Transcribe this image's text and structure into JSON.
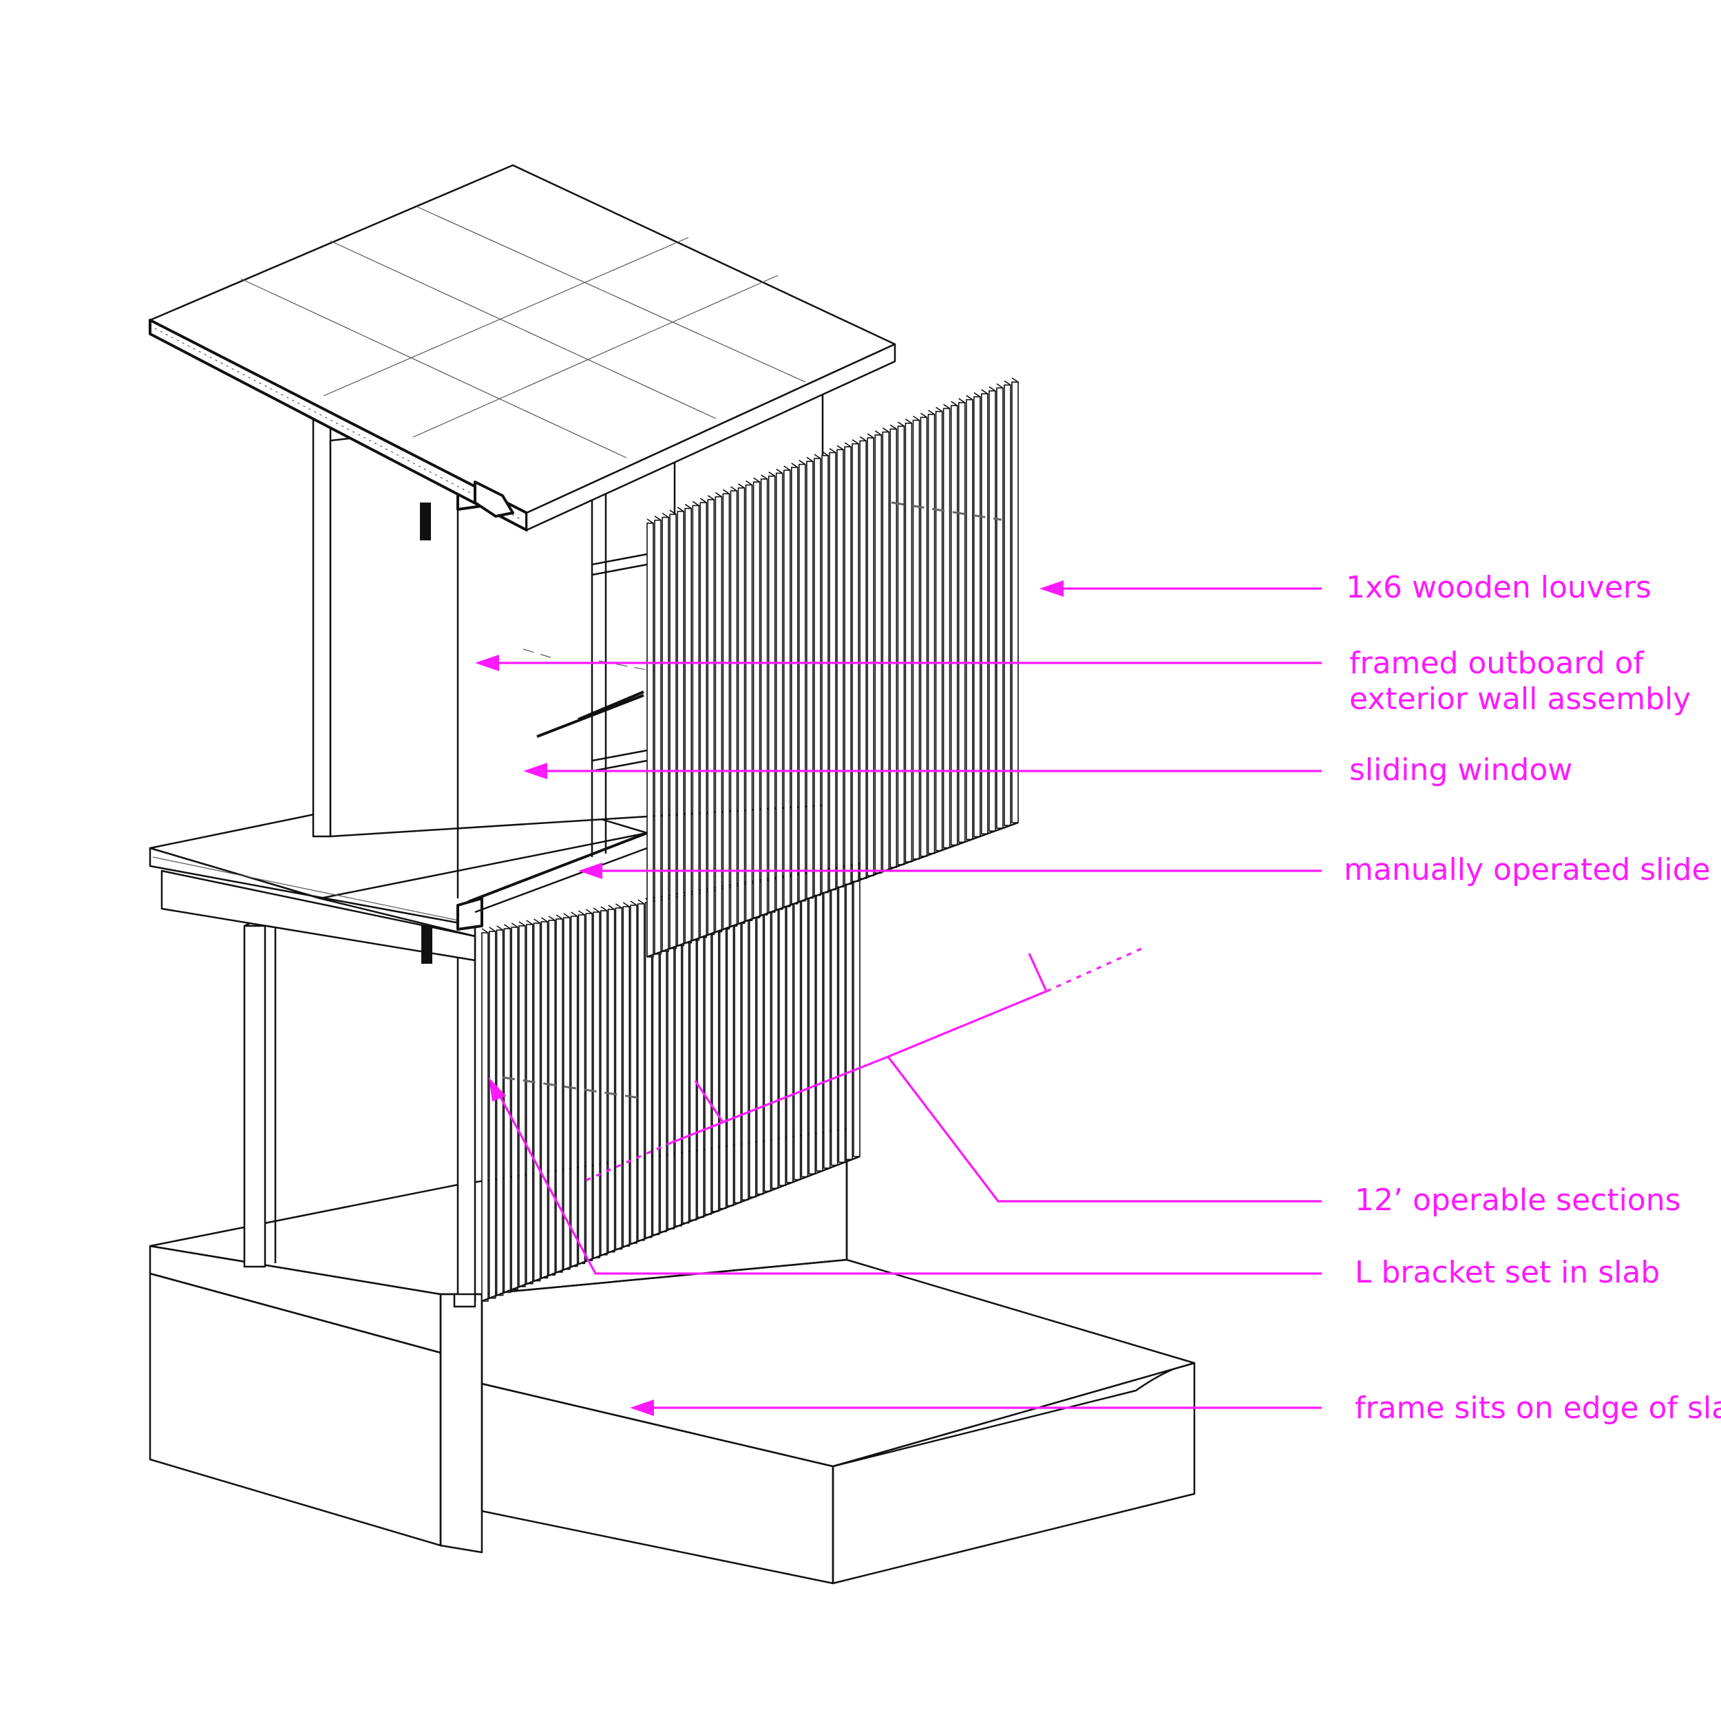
{
  "colors": {
    "annotation": "#ff19ff",
    "linework": "#111111"
  },
  "annotations": [
    {
      "id": "louvers",
      "line1": "1x6 wooden louvers",
      "line2": ""
    },
    {
      "id": "framed",
      "line1": "framed outboard of",
      "line2": "exterior wall assembly"
    },
    {
      "id": "window",
      "line1": "sliding window",
      "line2": ""
    },
    {
      "id": "slide",
      "line1": "manually operated slide",
      "line2": ""
    },
    {
      "id": "sections",
      "line1": "12’ operable sections",
      "line2": ""
    },
    {
      "id": "bracket",
      "line1": "L bracket set in slab",
      "line2": ""
    },
    {
      "id": "frame",
      "line1": "frame sits on edge of slab",
      "line2": ""
    }
  ]
}
